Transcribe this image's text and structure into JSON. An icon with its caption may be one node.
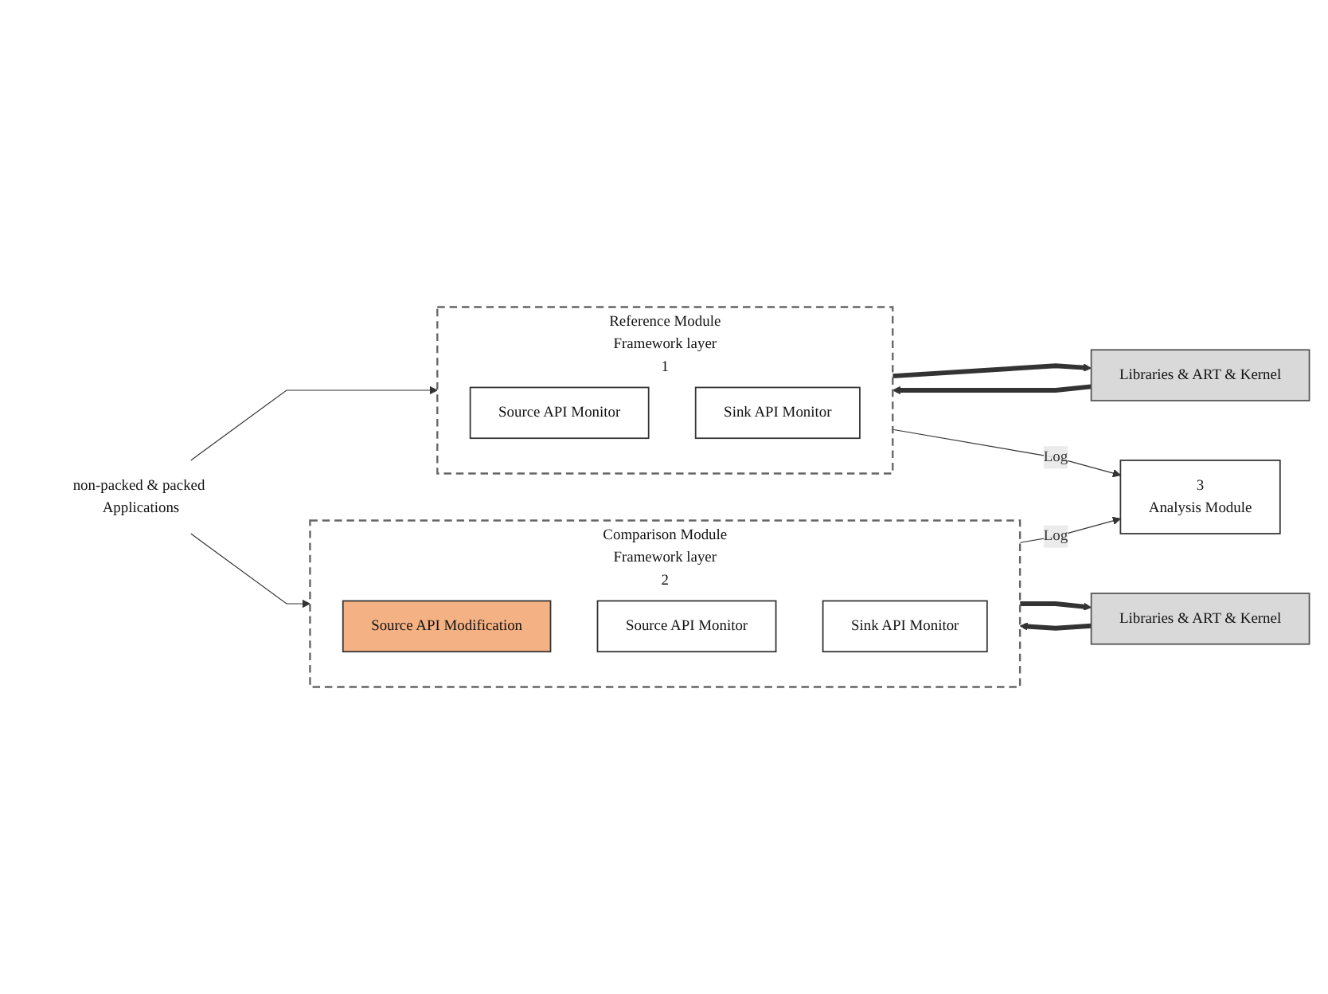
{
  "diagram": {
    "nodes": [
      {
        "text": [
          "non-packed & packed Applications"
        ]
      },
      {
        "text": [
          "Reference Module",
          "Framework layer",
          "1"
        ]
      },
      {
        "text": [
          "Source API Monitor"
        ],
        "in": 1
      },
      {
        "text": [
          "Sink API Monitor"
        ],
        "in": 1
      },
      {
        "text": [
          "Libraries & ART & Kernel"
        ]
      },
      {
        "text": [
          "3",
          "Analysis Module"
        ]
      },
      {
        "text": [
          "Comparison Module",
          "Framework layer",
          "2"
        ]
      },
      {
        "text": [
          "Source API Modification"
        ],
        "in": 6
      },
      {
        "text": [
          "Source API Monitor"
        ],
        "in": 6
      },
      {
        "text": [
          "Sink API Monitor"
        ],
        "in": 6
      },
      {
        "text": [
          "Libraries & ART & Kernel"
        ]
      }
    ],
    "edges": [
      {
        "from": 0,
        "to": 1,
        "arrow": "to"
      },
      {
        "from": 0,
        "to": 6,
        "arrow": "to"
      },
      {
        "from": 1,
        "to": 4,
        "arrow": "to",
        "style": "thick"
      },
      {
        "from": 4,
        "to": 1,
        "arrow": "to",
        "style": "thick"
      },
      {
        "from": 1,
        "to": 5,
        "arrow": "to",
        "label": "Log"
      },
      {
        "from": 6,
        "to": 5,
        "arrow": "to",
        "label": "Log"
      },
      {
        "from": 6,
        "to": 10,
        "arrow": "to",
        "style": "thick"
      },
      {
        "from": 10,
        "to": 6,
        "arrow": "to",
        "style": "thick"
      }
    ]
  }
}
